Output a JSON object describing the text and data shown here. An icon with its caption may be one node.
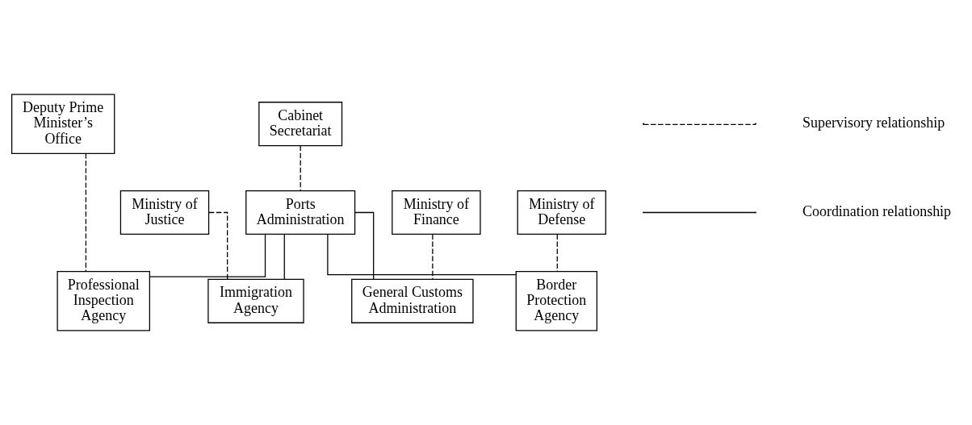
{
  "diagram": {
    "nodes": [
      {
        "text": [
          "Deputy Prime Minister’s Office"
        ]
      },
      {
        "text": [
          "Cabinet Secretariat"
        ]
      },
      {
        "text": [
          "Ministry of Justice"
        ]
      },
      {
        "text": [
          "Ministry of Finance"
        ]
      },
      {
        "text": [
          "Ministry of Defense"
        ]
      },
      {
        "text": [
          "Ports Administration"
        ]
      },
      {
        "text": [
          "Professional Inspection Agency"
        ]
      },
      {
        "text": [
          "Immigration Agency"
        ]
      },
      {
        "text": [
          "General Customs Administration"
        ]
      },
      {
        "text": [
          "Border Protection Agency"
        ]
      }
    ],
    "edges": [
      {
        "from": 0,
        "to": 6,
        "arrow": "none",
        "style": "dashed"
      },
      {
        "from": 1,
        "to": 5,
        "arrow": "none",
        "style": "dashed"
      },
      {
        "from": 2,
        "to": 7,
        "arrow": "none",
        "style": "dashed"
      },
      {
        "from": 3,
        "to": 8,
        "arrow": "none",
        "style": "dashed"
      },
      {
        "from": 4,
        "to": 9,
        "arrow": "none",
        "style": "dashed"
      },
      {
        "from": 5,
        "to": 6,
        "arrow": "none"
      },
      {
        "from": 5,
        "to": 7,
        "arrow": "none"
      },
      {
        "from": 5,
        "to": 8,
        "arrow": "none"
      },
      {
        "from": 5,
        "to": 9,
        "arrow": "none"
      }
    ],
    "legend": [
      {
        "text": "Supervisory relationship"
      },
      {
        "text": "Coordination relationship"
      }
    ]
  }
}
